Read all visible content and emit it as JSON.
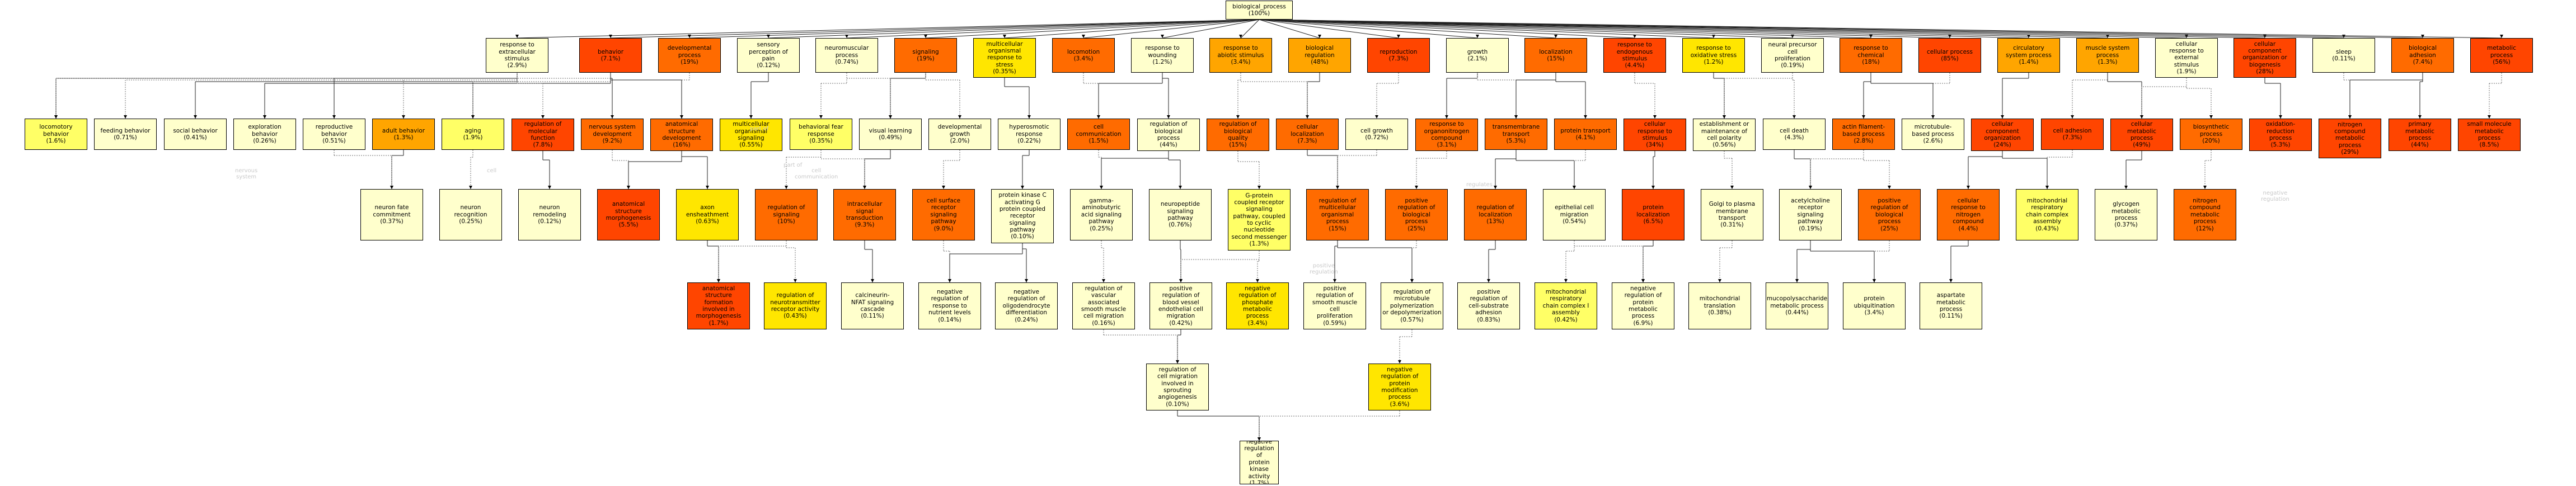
{
  "graph": {
    "root": {
      "label": "biological_process\n(100%)",
      "level": 0
    },
    "rows": [
      [
        {
          "id": "r1a",
          "label": "response to\nextracellular\nstimulus\n(2.9%)",
          "level": 0
        },
        {
          "id": "r1b",
          "label": "behavior\n(7.1%)",
          "level": 5
        },
        {
          "id": "r1c",
          "label": "developmental\nprocess\n(19%)",
          "level": 4
        },
        {
          "id": "r1d",
          "label": "sensory\nperception of\npain\n(0.12%)",
          "level": 0
        },
        {
          "id": "r1e",
          "label": "neuromuscular\nprocess\n(0.74%)",
          "level": 0
        },
        {
          "id": "r1f",
          "label": "signaling\n(19%)",
          "level": 4
        },
        {
          "id": "r1g",
          "label": "multicellular\norganismal\nresponse to\nstress\n(0.35%)",
          "level": 2
        },
        {
          "id": "r1h",
          "label": "locomotion\n(3.4%)",
          "level": 4
        },
        {
          "id": "r1i",
          "label": "response to\nwounding\n(1.2%)",
          "level": 0
        },
        {
          "id": "r1j",
          "label": "response to\nabiotic stimulus\n(3.4%)",
          "level": 3
        },
        {
          "id": "r1k",
          "label": "biological\nregulation\n(48%)",
          "level": 3
        },
        {
          "id": "r1l",
          "label": "reproduction\n(7.3%)",
          "level": 5
        },
        {
          "id": "r1m",
          "label": "growth\n(2.1%)",
          "level": 0
        },
        {
          "id": "r1n",
          "label": "localization\n(15%)",
          "level": 4
        },
        {
          "id": "r1o",
          "label": "response to\nendogenous\nstimulus\n(4.4%)",
          "level": 5
        },
        {
          "id": "r1p",
          "label": "response to\noxidative stress\n(1.2%)",
          "level": 2
        },
        {
          "id": "r1q",
          "label": "neural precursor\ncell\nproliferation\n(0.19%)",
          "level": 0
        },
        {
          "id": "r1r",
          "label": "response to\nchemical\n(18%)",
          "level": 4
        },
        {
          "id": "r1s",
          "label": "cellular process\n(85%)",
          "level": 5
        },
        {
          "id": "r1t",
          "label": "circulatory\nsystem process\n(1.4%)",
          "level": 3
        },
        {
          "id": "r1u",
          "label": "muscle system\nprocess\n(1.3%)",
          "level": 3
        },
        {
          "id": "r1v",
          "label": "cellular\nresponse to\nexternal\nstimulus\n(1.9%)",
          "level": 0
        },
        {
          "id": "r1w",
          "label": "cellular\ncomponent\norganization or\nbiogenesis\n(28%)",
          "level": 5
        },
        {
          "id": "r1x",
          "label": "sleep\n(0.11%)",
          "level": 0
        },
        {
          "id": "r1y",
          "label": "biological\nadhesion\n(7.4%)",
          "level": 4
        },
        {
          "id": "r1z",
          "label": "metabolic\nprocess\n(56%)",
          "level": 5
        }
      ],
      [
        {
          "id": "r2a",
          "label": "locomotory\nbehavior\n(1.6%)",
          "level": 1
        },
        {
          "id": "r2b",
          "label": "feeding behavior\n(0.71%)",
          "level": 0
        },
        {
          "id": "r2c",
          "label": "social behavior\n(0.41%)",
          "level": 0
        },
        {
          "id": "r2d",
          "label": "exploration\nbehavior\n(0.26%)",
          "level": 0
        },
        {
          "id": "r2e",
          "label": "reproductive\nbehavior\n(0.51%)",
          "level": 0
        },
        {
          "id": "r2f",
          "label": "adult behavior\n(1.3%)",
          "level": 3
        },
        {
          "id": "r2g",
          "label": "aging\n(1.9%)",
          "level": 1
        },
        {
          "id": "r2h",
          "label": "regulation of\nmolecular\nfunction\n(7.8%)",
          "level": 5
        },
        {
          "id": "r2i",
          "label": "nervous system\ndevelopment\n(9.2%)",
          "level": 4
        },
        {
          "id": "r2j",
          "label": "anatomical\nstructure\ndevelopment\n(16%)",
          "level": 4
        },
        {
          "id": "r2k",
          "label": "multicellular\norganismal\nsignaling\n(0.55%)",
          "level": 2
        },
        {
          "id": "r2l",
          "label": "behavioral fear\nresponse\n(0.35%)",
          "level": 1
        },
        {
          "id": "r2m",
          "label": "visual learning\n(0.49%)",
          "level": 0
        },
        {
          "id": "r2n",
          "label": "developmental\ngrowth\n(2.0%)",
          "level": 0
        },
        {
          "id": "r2o",
          "label": "hyperosmotic\nresponse\n(0.22%)",
          "level": 0
        },
        {
          "id": "r2p",
          "label": "cell\ncommunication\n(1.5%)",
          "level": 4
        },
        {
          "id": "r2q",
          "label": "regulation of\nbiological\nprocess\n(44%)",
          "level": 0
        },
        {
          "id": "r2r",
          "label": "regulation of\nbiological\nquality\n(15%)",
          "level": 4
        },
        {
          "id": "r2s",
          "label": "cellular\nlocalization\n(7.3%)",
          "level": 4
        },
        {
          "id": "r2t",
          "label": "cell growth\n(0.72%)",
          "level": 0
        },
        {
          "id": "r2u",
          "label": "response to\norganonitrogen\ncompound\n(3.1%)",
          "level": 4
        },
        {
          "id": "r2v",
          "label": "transmembrane\ntransport\n(5.3%)",
          "level": 4
        },
        {
          "id": "r2w",
          "label": "protein transport\n(4.1%)",
          "level": 4
        },
        {
          "id": "r2x",
          "label": "cellular\nresponse to\nstimulus\n(34%)",
          "level": 5
        },
        {
          "id": "r2y",
          "label": "establishment or\nmaintenance of\ncell polarity\n(0.56%)",
          "level": 0
        },
        {
          "id": "r2z",
          "label": "cell death\n(4.3%)",
          "level": 0
        },
        {
          "id": "r2aa",
          "label": "actin filament-\nbased process\n(2.8%)",
          "level": 4
        },
        {
          "id": "r2ab",
          "label": "microtubule-\nbased process\n(2.6%)",
          "level": 0
        },
        {
          "id": "r2ac",
          "label": "cellular\ncomponent\norganization\n(24%)",
          "level": 5
        },
        {
          "id": "r2ad",
          "label": "cell adhesion\n(7.3%)",
          "level": 5
        },
        {
          "id": "r2ae",
          "label": "cellular\nmetabolic\nprocess\n(49%)",
          "level": 5
        },
        {
          "id": "r2af",
          "label": "biosynthetic\nprocess\n(20%)",
          "level": 4
        },
        {
          "id": "r2ag",
          "label": "oxidation-\nreduction\nprocess\n(5.3%)",
          "level": 5
        },
        {
          "id": "r2ah",
          "label": "nitrogen\ncompound\nmetabolic\nprocess\n(29%)",
          "level": 5
        },
        {
          "id": "r2ai",
          "label": "primary\nmetabolic\nprocess\n(44%)",
          "level": 5
        },
        {
          "id": "r2aj",
          "label": "small molecule\nmetabolic\nprocess\n(8.5%)",
          "level": 5
        }
      ],
      [
        {
          "id": "r3a",
          "label": "neuron fate\ncommitment\n(0.37%)",
          "level": 0
        },
        {
          "id": "r3b",
          "label": "neuron\nrecognition\n(0.25%)",
          "level": 0
        },
        {
          "id": "r3c",
          "label": "neuron\nremodeling\n(0.12%)",
          "level": 0
        },
        {
          "id": "r3d",
          "label": "anatomical\nstructure\nmorphogenesis\n(5.5%)",
          "level": 5
        },
        {
          "id": "r3e",
          "label": "axon\nensheathment\n(0.63%)",
          "level": 2
        },
        {
          "id": "r3f",
          "label": "regulation of\nsignaling\n(10%)",
          "level": 4
        },
        {
          "id": "r3g",
          "label": "intracellular\nsignal\ntransduction\n(9.3%)",
          "level": 4
        },
        {
          "id": "r3h",
          "label": "cell surface\nreceptor\nsignaling\npathway\n(9.0%)",
          "level": 4
        },
        {
          "id": "r3i",
          "label": "protein kinase C\nactivating G\nprotein coupled\nreceptor\nsignaling\npathway\n(0.10%)",
          "level": 0
        },
        {
          "id": "r3j",
          "label": "gamma-\naminobutyric\nacid signaling\npathway\n(0.25%)",
          "level": 0
        },
        {
          "id": "r3k",
          "label": "neuropeptide\nsignaling\npathway\n(0.76%)",
          "level": 0
        },
        {
          "id": "r3l",
          "label": "G-protein\ncoupled receptor\nsignaling\npathway, coupled\nto cyclic\nnucleotide\nsecond messenger\n(1.3%)",
          "level": 1
        },
        {
          "id": "r3m",
          "label": "regulation of\nmulticellular\norganismal\nprocess\n(15%)",
          "level": 4
        },
        {
          "id": "r3n",
          "label": "positive\nregulation of\nbiological\nprocess\n(25%)",
          "level": 4
        },
        {
          "id": "r3o",
          "label": "regulation of\nlocalization\n(13%)",
          "level": 4
        },
        {
          "id": "r3p",
          "label": "epithelial cell\nmigration\n(0.54%)",
          "level": 0
        },
        {
          "id": "r3q",
          "label": "protein\nlocalization\n(6.5%)",
          "level": 5
        },
        {
          "id": "r3r",
          "label": "Golgi to plasma\nmembrane\ntransport\n(0.31%)",
          "level": 0
        },
        {
          "id": "r3s",
          "label": "acetylcholine\nreceptor\nsignaling\npathway\n(0.19%)",
          "level": 0
        },
        {
          "id": "r3t",
          "label": "positive\nregulation of\nbiological\nprocess\n(25%)",
          "level": 4
        },
        {
          "id": "r3u",
          "label": "cellular\nresponse to\nnitrogen\ncompound\n(4.4%)",
          "level": 4
        },
        {
          "id": "r3v",
          "label": "mitochondrial\nrespiratory\nchain complex\nassembly\n(0.43%)",
          "level": 1
        },
        {
          "id": "r3w",
          "label": "glycogen\nmetabolic\nprocess\n(0.37%)",
          "level": 0
        },
        {
          "id": "r3x",
          "label": "nitrogen\ncompound\nmetabolic\nprocess\n(12%)",
          "level": 4
        }
      ],
      [
        {
          "id": "r4a",
          "label": "anatomical\nstructure\nformation\ninvolved in\nmorphogenesis\n(1.7%)",
          "level": 5
        },
        {
          "id": "r4b",
          "label": "regulation of\nneurotransmitter\nreceptor activity\n(0.43%)",
          "level": 2
        },
        {
          "id": "r4c",
          "label": "calcineurin-\nNFAT signaling\ncascade\n(0.11%)",
          "level": 0
        },
        {
          "id": "r4d",
          "label": "negative\nregulation of\nresponse to\nnutrient levels\n(0.14%)",
          "level": 0
        },
        {
          "id": "r4e",
          "label": "negative\nregulation of\noligodendrocyte\ndifferentiation\n(0.24%)",
          "level": 0
        },
        {
          "id": "r4f",
          "label": "regulation of\nvascular\nassociated\nsmooth muscle\ncell migration\n(0.16%)",
          "level": 0
        },
        {
          "id": "r4g",
          "label": "positive\nregulation of\nblood vessel\nendothelial cell\nmigration\n(0.42%)",
          "level": 0
        },
        {
          "id": "r4h",
          "label": "negative\nregulation of\nphosphate\nmetabolic\nprocess\n(3.4%)",
          "level": 2
        },
        {
          "id": "r4i",
          "label": "positive\nregulation of\nsmooth muscle\ncell\nproliferation\n(0.59%)",
          "level": 0
        },
        {
          "id": "r4j",
          "label": "regulation of\nmicrotubule\npolymerization\nor depolymerization\n(0.57%)",
          "level": 0
        },
        {
          "id": "r4k",
          "label": "positive\nregulation of\ncell-substrate\nadhesion\n(0.83%)",
          "level": 0
        },
        {
          "id": "r4l",
          "label": "mitochondrial\nrespiratory\nchain complex I\nassembly\n(0.42%)",
          "level": 1
        },
        {
          "id": "r4m",
          "label": "negative\nregulation of\nprotein\nmetabolic\nprocess\n(6.9%)",
          "level": 0
        },
        {
          "id": "r4n",
          "label": "mitochondrial\ntranslation\n(0.38%)",
          "level": 0
        },
        {
          "id": "r4o",
          "label": "mucopolysaccharide\nmetabolic process\n(0.44%)",
          "level": 0
        },
        {
          "id": "r4p",
          "label": "protein\nubiquitination\n(3.4%)",
          "level": 0
        },
        {
          "id": "r4q",
          "label": "aspartate\nmetabolic\nprocess\n(0.11%)",
          "level": 0
        }
      ],
      [
        {
          "id": "r5a",
          "label": "regulation of\ncell migration\ninvolved in\nsprouting\nangiogenesis\n(0.10%)",
          "level": 0
        },
        {
          "id": "r5b",
          "label": "negative\nregulation of\nprotein\nmodification\nprocess\n(3.6%)",
          "level": 2
        }
      ],
      [
        {
          "id": "r6a",
          "label": "negative\nregulation of\nprotein kinase\nactivity\n(1.7%)",
          "level": 0
        }
      ]
    ],
    "ghost_labels": [
      {
        "id": "g1",
        "text": "nervous\nsystem"
      },
      {
        "id": "g2",
        "text": "cell"
      },
      {
        "id": "g3",
        "text": "cell\ncommunication"
      },
      {
        "id": "g4",
        "text": "part of"
      },
      {
        "id": "g5",
        "text": "part of"
      },
      {
        "id": "g6",
        "text": "regulates"
      },
      {
        "id": "g7",
        "text": "positive\nregulation"
      },
      {
        "id": "g8",
        "text": "negative\nregulation"
      }
    ]
  }
}
